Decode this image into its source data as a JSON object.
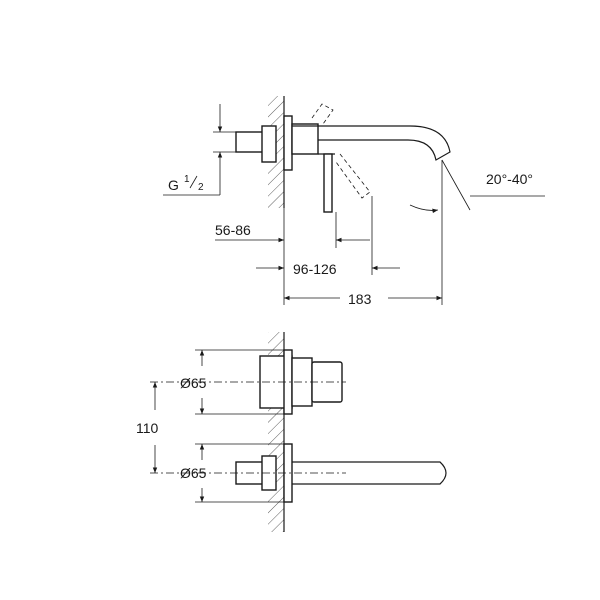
{
  "side_view": {
    "thread_label": "G",
    "thread_num": "1",
    "thread_den": "2",
    "angle_label": "20°-40°",
    "dim_wall_depth": "56-86",
    "dim_lever_offset": "96-126",
    "dim_spout_length": "183"
  },
  "front_view": {
    "diameter_top": "Ø65",
    "diameter_bottom": "Ø65",
    "dim_spacing": "110"
  }
}
